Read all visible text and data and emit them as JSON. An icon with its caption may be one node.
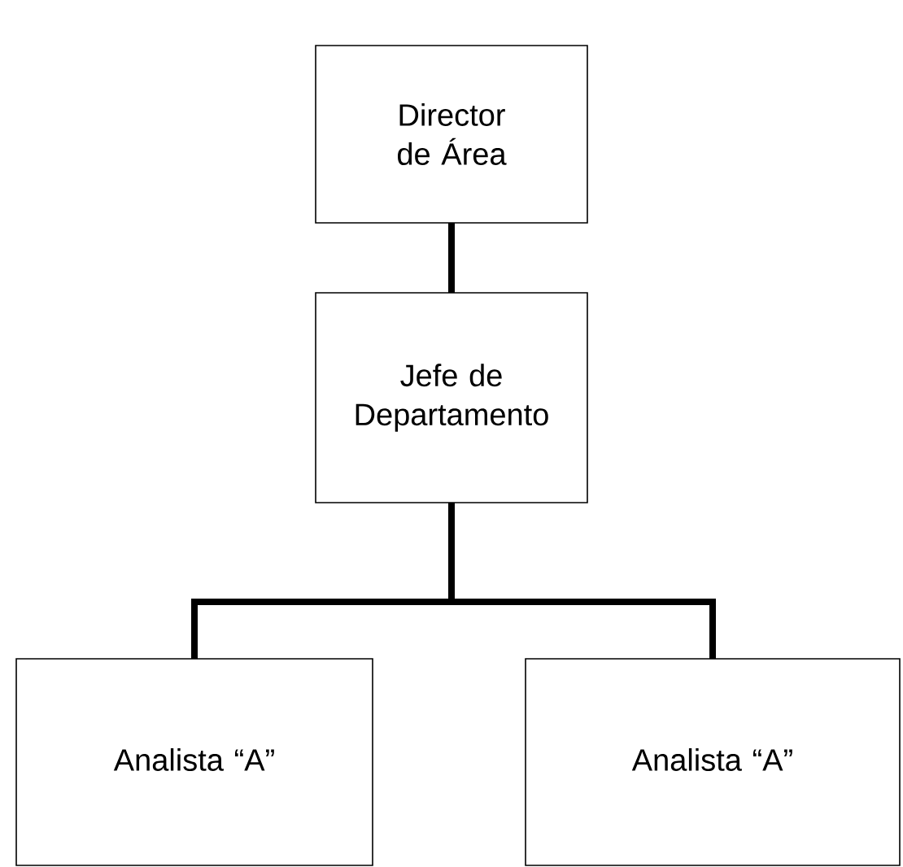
{
  "diagram": {
    "nodes": [
      {
        "text": [
          "Director de Área"
        ]
      },
      {
        "text": [
          "Jefe de Departamento"
        ]
      },
      {
        "text": [
          "Analista “A”"
        ]
      },
      {
        "text": [
          "Analista “A”"
        ]
      }
    ],
    "edges": [
      {
        "from": 0,
        "to": 1,
        "arrow": "none"
      },
      {
        "from": 1,
        "to": 2,
        "arrow": "none"
      },
      {
        "from": 1,
        "to": 3,
        "arrow": "none"
      }
    ]
  }
}
